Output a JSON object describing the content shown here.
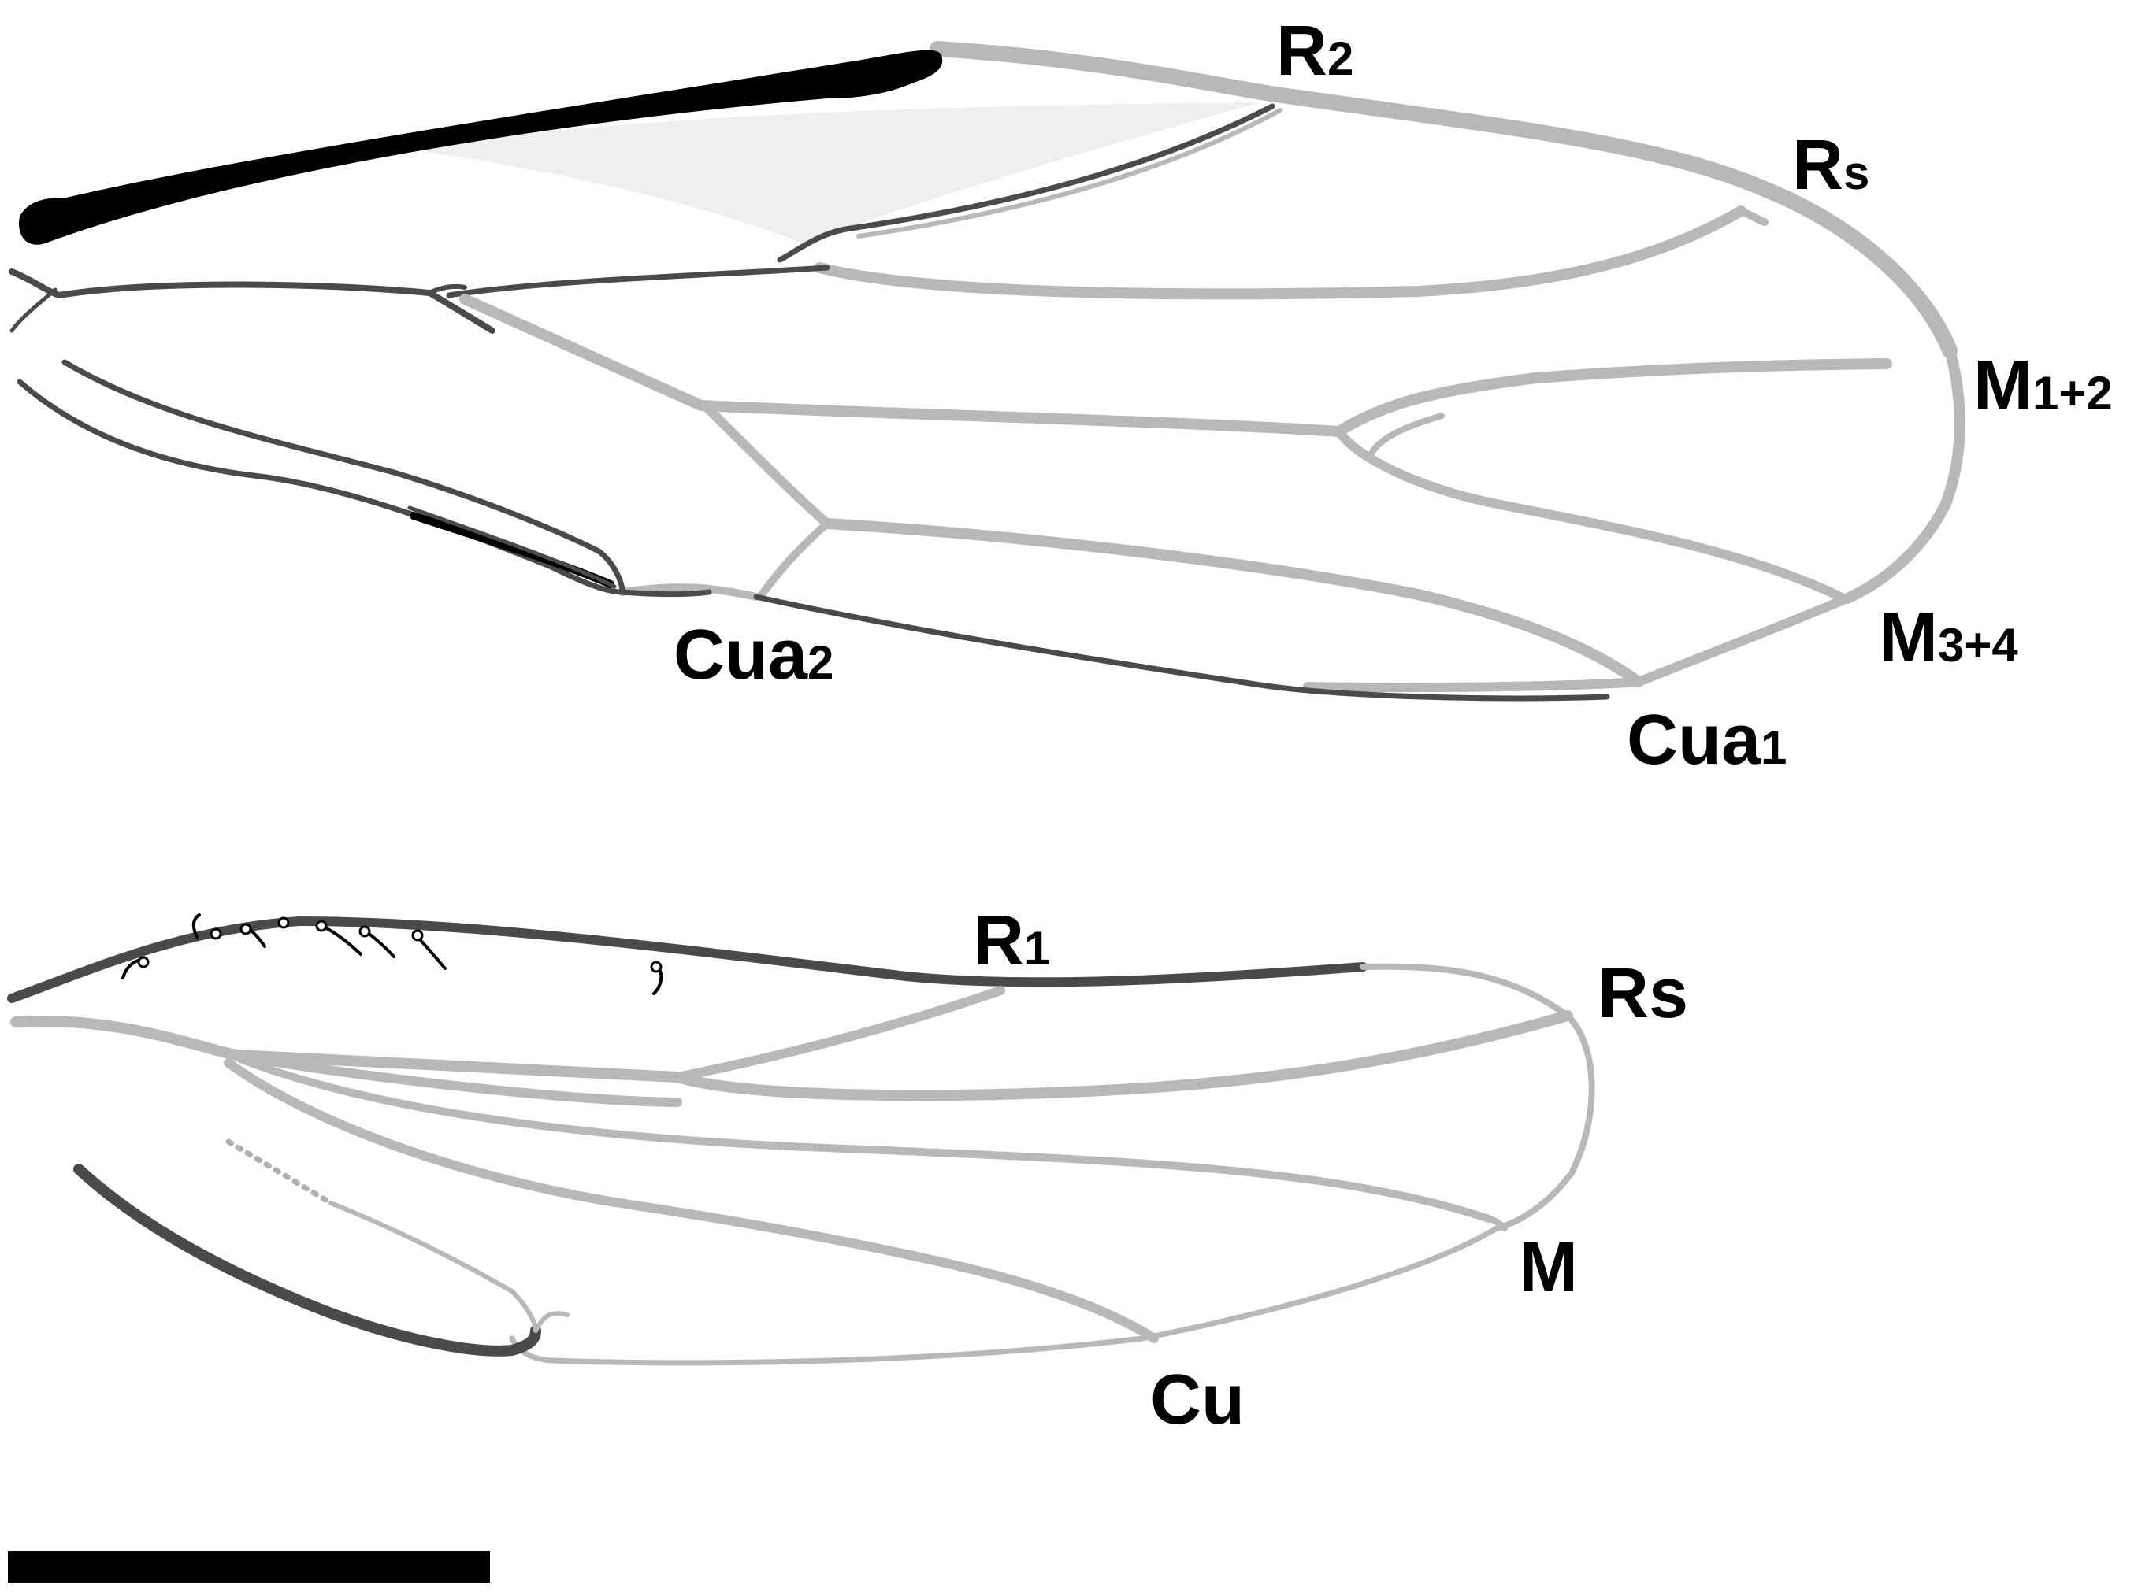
{
  "forewing": {
    "labels": {
      "r2": {
        "main": "R",
        "sub": "2"
      },
      "rs": {
        "main": "R",
        "sub": "s"
      },
      "m12": {
        "main": "M",
        "sub": "1+2"
      },
      "m34": {
        "main": "M",
        "sub": "3+4"
      },
      "cua1": {
        "main": "Cua",
        "sub": "1"
      },
      "cua2": {
        "main": "Cua",
        "sub": "2"
      }
    }
  },
  "hindwing": {
    "labels": {
      "r1": {
        "main": "R",
        "sub": "1"
      },
      "rs": {
        "main": "Rs"
      },
      "m": {
        "main": "M"
      },
      "cu": {
        "main": "Cu"
      }
    }
  },
  "colors": {
    "vein_light": "#b8b8b8",
    "vein_dark": "#4a4a4a",
    "pterostigma": "#000000",
    "shading": "#efefef"
  }
}
